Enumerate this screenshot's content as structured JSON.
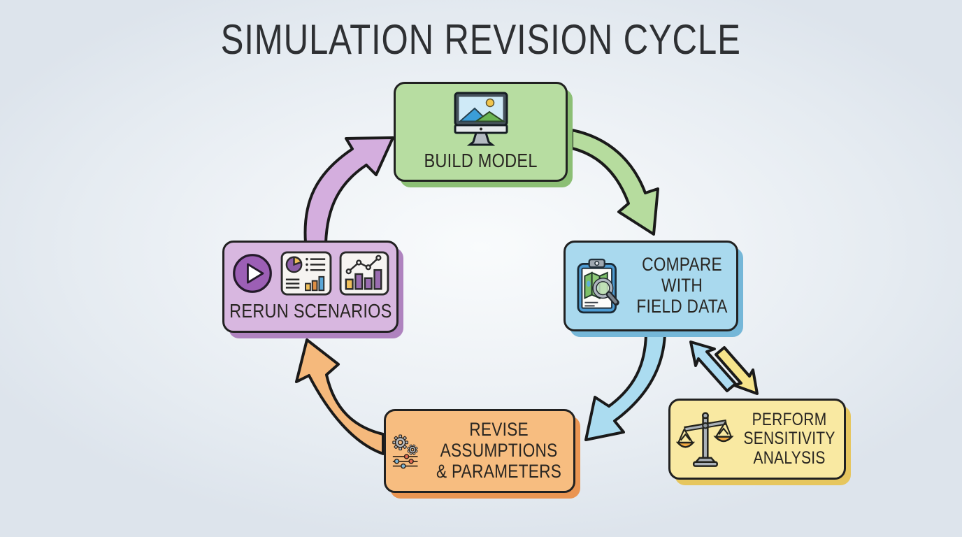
{
  "title": "SIMULATION REVISION CYCLE",
  "nodes": {
    "build_model": {
      "label": "BUILD MODEL",
      "fill": "#b7dda1",
      "icon": "computer-monitor-landscape-icon"
    },
    "compare_field_data": {
      "lines": [
        "COMPARE",
        "WITH",
        "FIELD DATA"
      ],
      "fill": "#a9d9ee",
      "icon": "clipboard-map-magnifier-icon"
    },
    "perform_sensitivity": {
      "lines": [
        "PERFORM",
        "SENSITIVITY",
        "ANALYSIS"
      ],
      "fill": "#f9e9a2",
      "icon": "balance-scale-icon"
    },
    "revise_assumptions": {
      "lines": [
        "REVISE",
        "ASSUMPTIONS",
        "& PARAMETERS"
      ],
      "fill": "#f7bd80",
      "icon": "gears-sliders-icon"
    },
    "rerun_scenarios": {
      "label": "RERUN SCENARIOS",
      "fill": "#d8b7e0",
      "icons": [
        "play-icon",
        "dashboard-report-icon",
        "bar-line-chart-icon"
      ]
    }
  },
  "arrows": [
    {
      "name": "rerun-to-build",
      "color": "#d4aede"
    },
    {
      "name": "build-to-compare",
      "color": "#b6dc9e"
    },
    {
      "name": "compare-to-revise",
      "color": "#abdcf0"
    },
    {
      "name": "revise-to-rerun",
      "color": "#f5b97c"
    },
    {
      "name": "sensitivity-to-compare",
      "color": "#aedcf2"
    },
    {
      "name": "compare-to-sensitivity",
      "color": "#f6e48b"
    }
  ]
}
